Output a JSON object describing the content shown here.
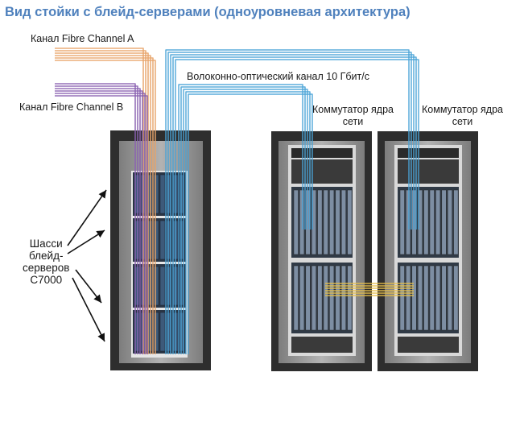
{
  "title": "Вид стойки с блейд-серверами (одноуровневая архитектура)",
  "labels": {
    "fibre_channel_a": "Канал Fibre Channel A",
    "fibre_channel_b": "Канал Fibre Channel B",
    "fiber_optic_link": "Волоконно-оптический канал 10 Гбит/с",
    "core_switch_1_line1": "Коммутатор ядра",
    "core_switch_1_line2": "сети",
    "core_switch_2_line1": "Коммутатор ядра",
    "core_switch_2_line2": "сети",
    "chassis_line1": "Шасси",
    "chassis_line2": "блейд-",
    "chassis_line3": "серверов",
    "chassis_line4": "C7000"
  },
  "colors": {
    "title": "#4f81bd",
    "fibre_channel_a": "#e8a46a",
    "fibre_channel_b": "#8a62b0",
    "fiber_optic": "#4aa3d6",
    "interconnect": "#e8c04a",
    "rack_frame": "#3a3a3a",
    "rack_bezel": "#9a9a9a",
    "server_unit": "#2a3646"
  }
}
